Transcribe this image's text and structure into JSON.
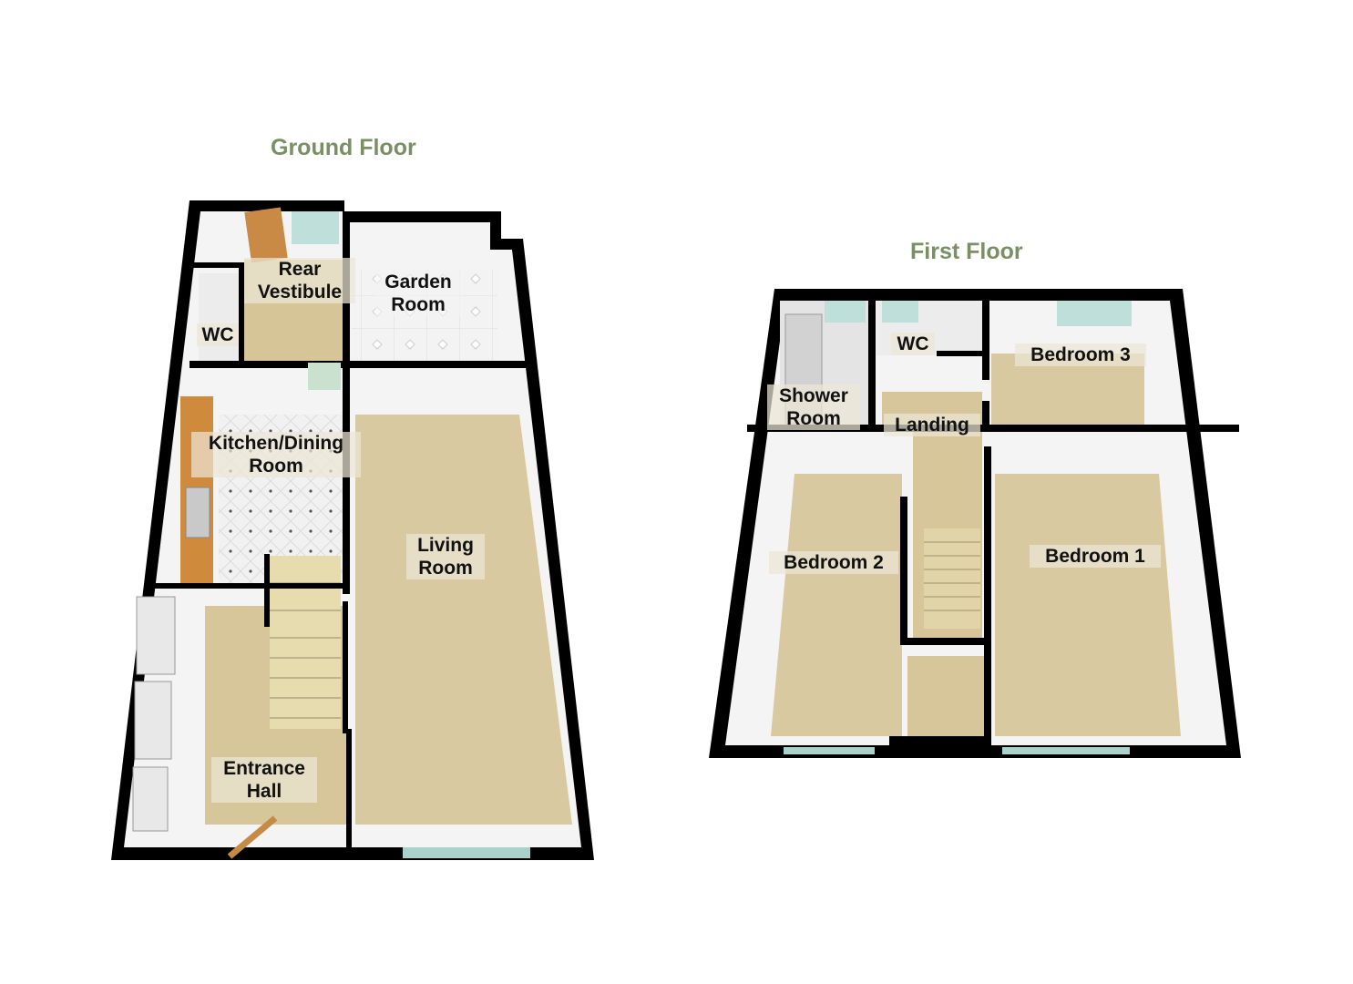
{
  "floors": [
    {
      "title": "Ground Floor",
      "rooms": [
        {
          "label": "Rear\nVestibule"
        },
        {
          "label": "Garden\nRoom"
        },
        {
          "label": "WC"
        },
        {
          "label": "Kitchen/Dining\nRoom"
        },
        {
          "label": "Living\nRoom"
        },
        {
          "label": "Entrance\nHall"
        }
      ]
    },
    {
      "title": "First Floor",
      "rooms": [
        {
          "label": "Shower\nRoom"
        },
        {
          "label": "WC"
        },
        {
          "label": "Bedroom 3"
        },
        {
          "label": "Landing"
        },
        {
          "label": "Bedroom 2"
        },
        {
          "label": "Bedroom 1"
        }
      ]
    }
  ],
  "colors": {
    "title": "#7a8f64",
    "wall": "#000000",
    "inner_wall": "#f4f4f4",
    "carpet": "#d8c9a0",
    "tile": "#eeeeee",
    "worktop": "#d08a3c",
    "glass": "#bfe0da"
  }
}
